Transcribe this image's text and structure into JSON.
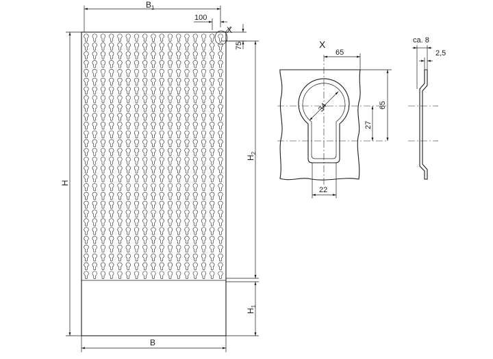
{
  "main_view": {
    "labels": {
      "width_total": "B",
      "width_perforated": "B",
      "width_perforated_sub": "1",
      "pitch_horizontal": "100",
      "detail_marker": "X",
      "top_margin": "75",
      "height_total": "H",
      "height_perforated": "H",
      "height_perforated_sub": "2",
      "height_bottom": "H",
      "height_bottom_sub": "1"
    },
    "perforation_grid": {
      "columns": 17,
      "rows": 28
    }
  },
  "detail_view": {
    "title": "X",
    "labels": {
      "width_offset": "65",
      "diameter": "34",
      "height_offset": "65",
      "slot_length": "27",
      "slot_width": "22"
    }
  },
  "side_view": {
    "labels": {
      "depth": "ca. 8",
      "thickness": "2,5"
    }
  }
}
